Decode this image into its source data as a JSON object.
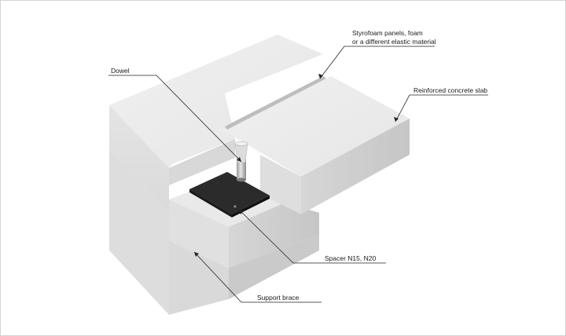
{
  "labels": {
    "styrofoam_line1": "Styrofoam panels, foam",
    "styrofoam_line2": "or a different elastic material",
    "dowel": "Dowel",
    "slab": "Reinforced concrete slab",
    "spacer": "Spacer N15, N20",
    "brace": "Support brace"
  },
  "colors": {
    "concrete_top": "#ececec",
    "concrete_left": "#e2e2e2",
    "concrete_right": "#cdcdcd",
    "plate": "#2b2b2b",
    "leader": "#222222",
    "frame_border": "#d4d4d4"
  }
}
